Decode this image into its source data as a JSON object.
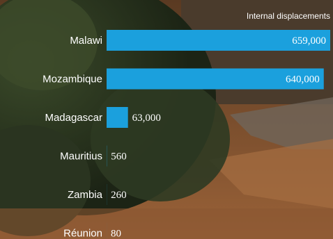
{
  "colors": {
    "bar": "#1ba0dd",
    "text": "#ffffff"
  },
  "chart_data": {
    "type": "bar",
    "orientation": "horizontal",
    "title": "Internal displacements",
    "categories": [
      "Malawi",
      "Mozambique",
      "Madagascar",
      "Mauritius",
      "Zambia",
      "Réunion"
    ],
    "values": [
      659000,
      640000,
      63000,
      560,
      260,
      80
    ],
    "value_labels": [
      "659,000",
      "640,000",
      "63,000",
      "560",
      "260",
      "80"
    ],
    "xlim": [
      0,
      659000
    ],
    "grid": false,
    "legend": "none"
  }
}
